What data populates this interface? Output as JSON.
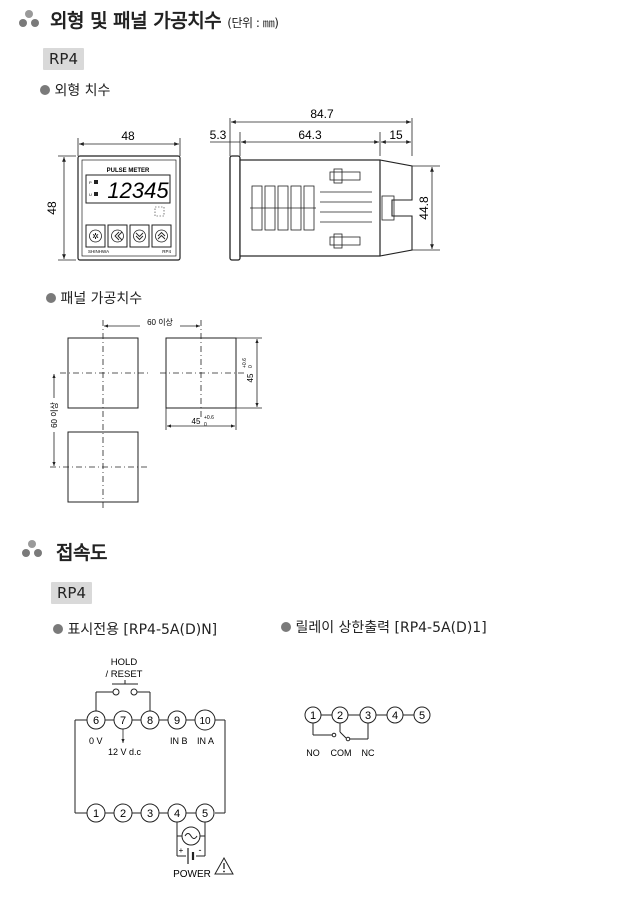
{
  "section1": {
    "title": "외형 및 패널 가공치수",
    "unit": "(단위 : ㎜)"
  },
  "model1": "RP4",
  "outline": {
    "label": "외형 치수",
    "front_width": "48",
    "front_height": "48",
    "total_length": "84.7",
    "flange": "5.3",
    "body_length": "64.3",
    "tail": "15",
    "side_height": "44.8",
    "meter_title": "PULSE METER",
    "display": "12345",
    "brand": "SHINHWA",
    "model_mark": "RP4",
    "ind_top": "P",
    "ind_bottom": "U"
  },
  "panel": {
    "label": "패널 가공치수",
    "pitch_h": "60 이상",
    "pitch_v": "60 이상",
    "cut_w": "45",
    "cut_h": "45",
    "tol_plus": "+0.6",
    "tol_zero": "0"
  },
  "section2": {
    "title": "접속도"
  },
  "model2": "RP4",
  "wiring_left": {
    "label": "표시전용 [RP4-5A(D)N]",
    "hold1": "HOLD",
    "hold2": "/ RESET",
    "top_terms": [
      "6",
      "7",
      "8",
      "9",
      "10"
    ],
    "bottom_terms": [
      "1",
      "2",
      "3",
      "4",
      "5"
    ],
    "label_0v": "0 V",
    "label_12v": "12 V d.c",
    "label_inb": "IN B",
    "label_ina": "IN A",
    "power": "POWER",
    "plus": "+",
    "minus": "-"
  },
  "wiring_right": {
    "label": "릴레이 상한출력 [RP4-5A(D)1]",
    "terms": [
      "1",
      "2",
      "3",
      "4",
      "5"
    ],
    "no": "NO",
    "com": "COM",
    "nc": "NC"
  }
}
